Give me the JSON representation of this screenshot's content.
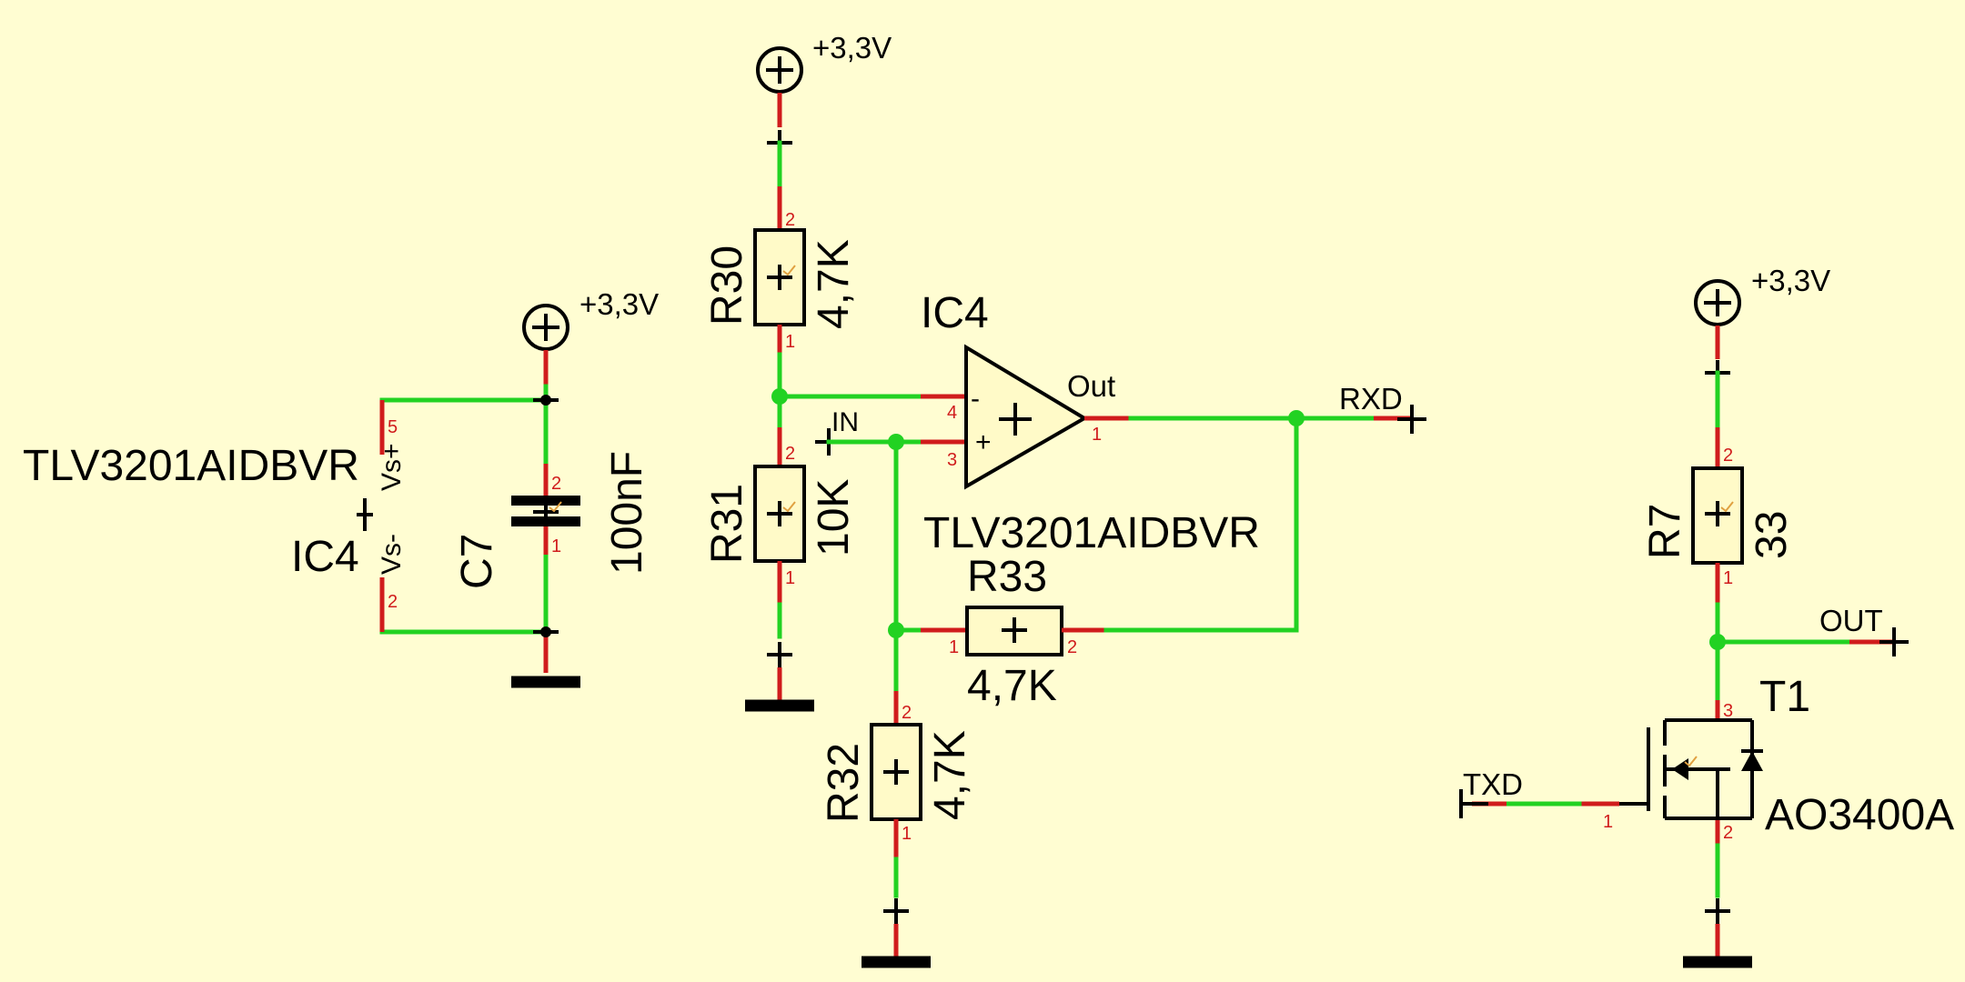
{
  "power_label": "+3,3V",
  "ic4": {
    "ref": "IC4",
    "part": "TLV3201AIDBVR",
    "pin_vs_plus": "Vs+",
    "pin_vs_minus": "Vs-",
    "pin_in_minus": "-",
    "pin_in_plus": "+",
    "pin_out": "Out",
    "pinnum_vs_plus": "5",
    "pinnum_vs_minus": "2",
    "pinnum_in_minus": "4",
    "pinnum_in_plus": "3",
    "pinnum_out": "1"
  },
  "c7": {
    "ref": "C7",
    "value": "100nF",
    "pin_top": "2",
    "pin_bottom": "1"
  },
  "r30": {
    "ref": "R30",
    "value": "4,7K",
    "pin_top": "2",
    "pin_bottom": "1"
  },
  "r31": {
    "ref": "R31",
    "value": "10K",
    "pin_top": "2",
    "pin_bottom": "1"
  },
  "r32": {
    "ref": "R32",
    "value": "4,7K",
    "pin_top": "2",
    "pin_bottom": "1"
  },
  "r33": {
    "ref": "R33",
    "value": "4,7K",
    "pin_left": "1",
    "pin_right": "2"
  },
  "r7": {
    "ref": "R7",
    "value": "33",
    "pin_top": "2",
    "pin_bottom": "1"
  },
  "t1": {
    "ref": "T1",
    "part": "AO3400A",
    "pin_gate": "1",
    "pin_drain": "3",
    "pin_source": "2"
  },
  "nets": {
    "in": "IN",
    "rxd": "RXD",
    "out": "OUT",
    "txd": "TXD"
  }
}
